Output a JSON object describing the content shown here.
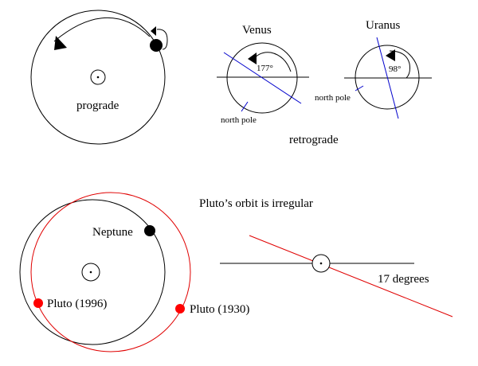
{
  "prograde": {
    "label": "prograde"
  },
  "venus": {
    "name": "Venus",
    "angle": "177°",
    "pole_label": "north pole",
    "axis_color": "#0000cc"
  },
  "uranus": {
    "name": "Uranus",
    "angle": "98°",
    "pole_label": "north pole",
    "axis_color": "#0000cc"
  },
  "retrograde_label": "retrograde",
  "pluto": {
    "title": "Pluto’s orbit is irregular",
    "neptune_label": "Neptune",
    "pluto_1996_label": "Pluto (1996)",
    "pluto_1930_label": "Pluto (1930)",
    "inclination_label": "17 degrees",
    "orbit_color": "#e00000"
  }
}
